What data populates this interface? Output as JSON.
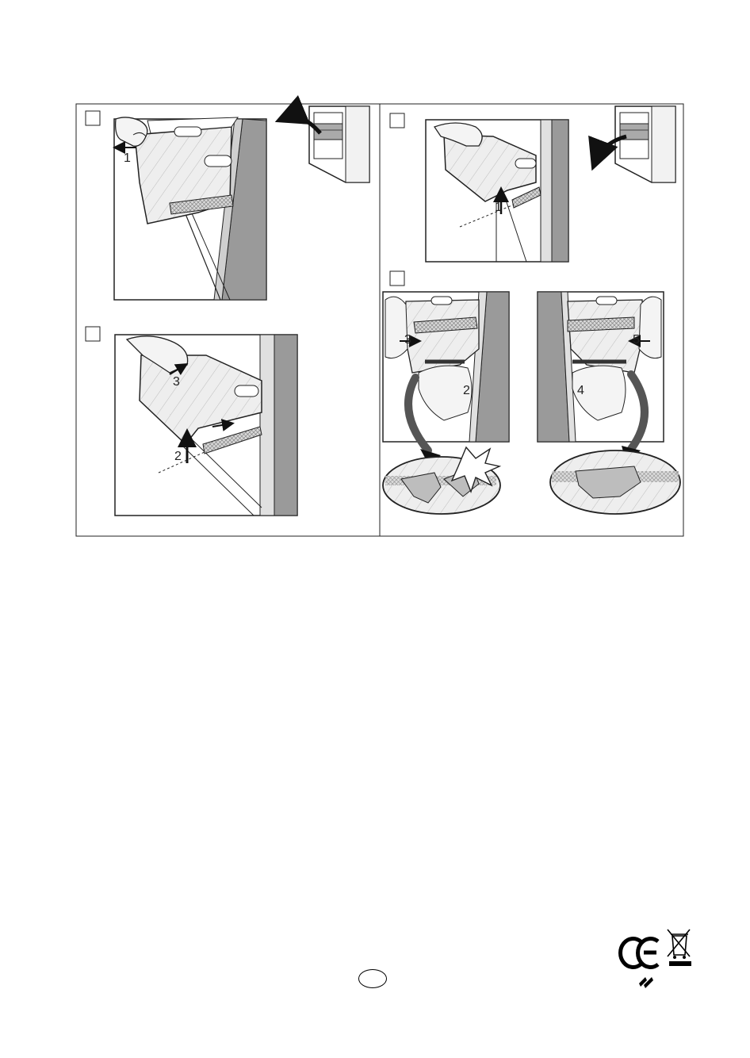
{
  "colors": {
    "line": "#1a1a1a",
    "wall_gray": "#8e8e8e",
    "wall_light": "#bdbdbd",
    "drawer_fill": "#e9e9e9",
    "arrow_dark": "#333333"
  },
  "steps": [
    {
      "id": "step1",
      "box_label": "",
      "callouts": [
        "1"
      ]
    },
    {
      "id": "step2",
      "box_label": "",
      "callouts": [
        "3",
        "2"
      ]
    },
    {
      "id": "step3",
      "box_label": "",
      "callouts": [
        "1"
      ]
    },
    {
      "id": "step4",
      "box_label": "",
      "callouts": [
        "3",
        "2",
        "4",
        "5"
      ]
    }
  ],
  "footer": {
    "page_marker": "",
    "icons": [
      "ce-mark-icon",
      "weee-crossed-bin-icon",
      "recycle-marks-icon"
    ]
  }
}
